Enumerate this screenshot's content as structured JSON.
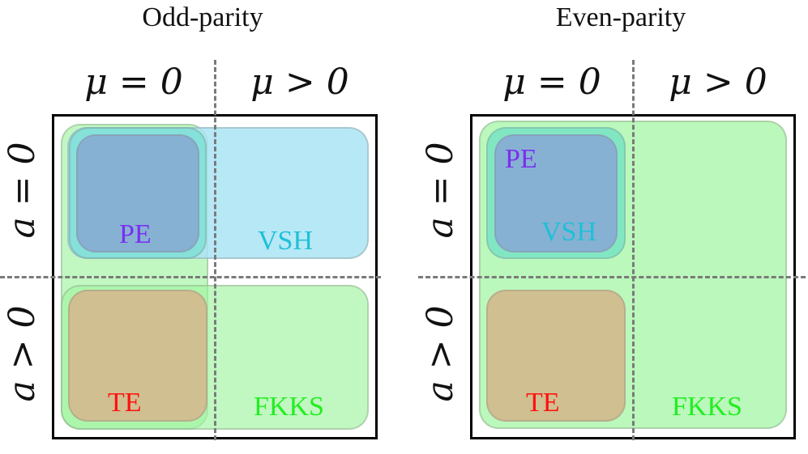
{
  "panels": [
    {
      "title": "Odd-parity",
      "col_labels": [
        "μ = 0",
        "μ > 0"
      ],
      "row_labels": [
        "a = 0",
        "a > 0"
      ],
      "regions": {
        "PE": "PE",
        "VSH": "VSH",
        "TE": "TE",
        "FKKS": "FKKS"
      }
    },
    {
      "title": "Even-parity",
      "col_labels": [
        "μ = 0",
        "μ > 0"
      ],
      "row_labels": [
        "a = 0",
        "a > 0"
      ],
      "regions": {
        "PE": "PE",
        "VSH": "VSH",
        "TE": "TE",
        "FKKS": "FKKS"
      }
    }
  ],
  "colors": {
    "PE": "#7b2ff0",
    "VSH": "#1ec0d8",
    "TE": "#ff1010",
    "FKKS": "#22ee22",
    "fkks_fill": "#bdf9bd",
    "vsh_fill": "#b4e9f3",
    "pe_fill": "#86b1d3",
    "te_fill": "#d0bf90"
  }
}
